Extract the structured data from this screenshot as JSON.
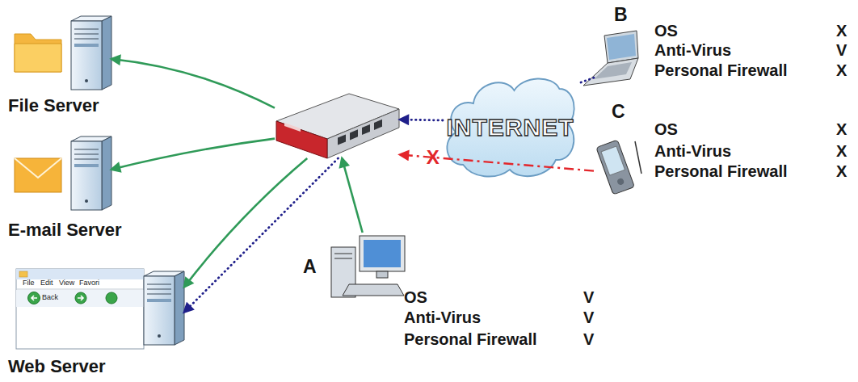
{
  "diagram": {
    "nodes": [
      {
        "text": [
          "File Server"
        ]
      },
      {
        "text": [
          "E-mail Server"
        ]
      },
      {
        "text": [
          "Web Server"
        ]
      },
      {
        "text": []
      },
      {
        "text": [
          "INTERNET"
        ]
      },
      {
        "text": [
          "B",
          "OS",
          "X",
          "Anti-Virus",
          "V",
          "Personal Firewall",
          "X"
        ]
      },
      {
        "text": [
          "C",
          "OS",
          "X",
          "Anti-Virus",
          "X",
          "Personal Firewall",
          "X"
        ]
      },
      {
        "text": [
          "A",
          "OS",
          "V",
          "Anti-Virus",
          "V",
          "Personal Firewall",
          "V"
        ]
      }
    ],
    "edges": [
      {
        "from": 3,
        "to": 0,
        "arrow": "to"
      },
      {
        "from": 3,
        "to": 1,
        "arrow": "to"
      },
      {
        "from": 3,
        "to": 2,
        "arrow": "to"
      },
      {
        "from": 3,
        "to": 2,
        "arrow": "to"
      },
      {
        "from": 7,
        "to": 3,
        "arrow": "to"
      },
      {
        "from": 4,
        "to": 3,
        "arrow": "to"
      },
      {
        "from": 5,
        "to": 4,
        "arrow": "none"
      },
      {
        "from": 6,
        "to": 3,
        "arrow": "to",
        "label": "X"
      }
    ],
    "labels": [
      "File",
      "Edit",
      "View",
      "Favori",
      "Back"
    ]
  }
}
